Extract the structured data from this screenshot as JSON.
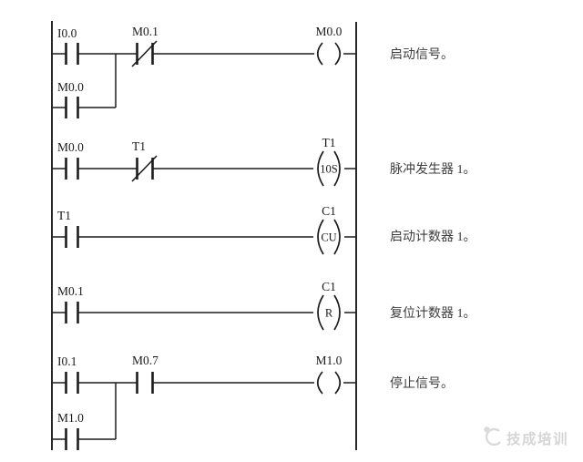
{
  "figure": {
    "diagram_type": "plc-ladder",
    "colors": {
      "line": "#1c1c1c",
      "comment_text": "#3d3d3d",
      "watermark": "#d5d5d5"
    },
    "rungs": [
      {
        "contacts": [
          {
            "name": "I0.0",
            "type": "NO"
          },
          {
            "name": "M0.1",
            "type": "NC"
          }
        ],
        "branch_contact": {
          "name": "M0.0",
          "type": "NO"
        },
        "coil": {
          "name": "M0.0",
          "function": ""
        },
        "comment": "启动信号。"
      },
      {
        "contacts": [
          {
            "name": "M0.0",
            "type": "NO"
          },
          {
            "name": "T1",
            "type": "NC"
          }
        ],
        "coil": {
          "name": "T1",
          "function": "10S"
        },
        "comment": "脉冲发生器 1。"
      },
      {
        "contacts": [
          {
            "name": "T1",
            "type": "NO"
          }
        ],
        "coil": {
          "name": "C1",
          "function": "CU"
        },
        "comment": "启动计数器 1。"
      },
      {
        "contacts": [
          {
            "name": "M0.1",
            "type": "NO"
          }
        ],
        "coil": {
          "name": "C1",
          "function": "R"
        },
        "comment": "复位计数器 1。"
      },
      {
        "contacts": [
          {
            "name": "I0.1",
            "type": "NO"
          },
          {
            "name": "M0.7",
            "type": "NO"
          }
        ],
        "branch_contact": {
          "name": "M1.0",
          "type": "NO"
        },
        "coil": {
          "name": "M1.0",
          "function": ""
        },
        "comment": "停止信号。"
      }
    ],
    "watermark": {
      "text": "技成培训",
      "icon": "jicheng-bird-logo-icon"
    }
  }
}
